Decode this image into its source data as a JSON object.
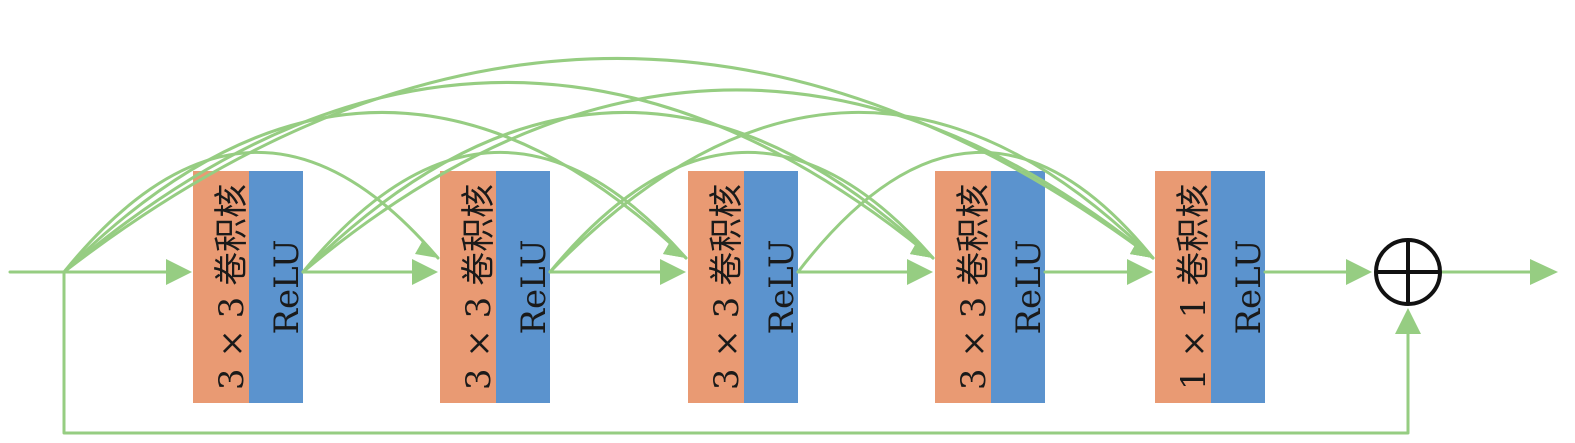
{
  "blocks": [
    {
      "conv_label": "3 × 3 卷积核",
      "act_label": "ReLU"
    },
    {
      "conv_label": "3 × 3 卷积核",
      "act_label": "ReLU"
    },
    {
      "conv_label": "3 × 3 卷积核",
      "act_label": "ReLU"
    },
    {
      "conv_label": "3 × 3 卷积核",
      "act_label": "ReLU"
    },
    {
      "conv_label": "1 × 1 卷积核",
      "act_label": "ReLU"
    }
  ],
  "colors": {
    "conv": "#E99A73",
    "activation": "#5B93CE",
    "connection": "#96CD82",
    "sum_node": "#111111"
  },
  "sum_node": {
    "icon": "circle-plus-icon"
  }
}
